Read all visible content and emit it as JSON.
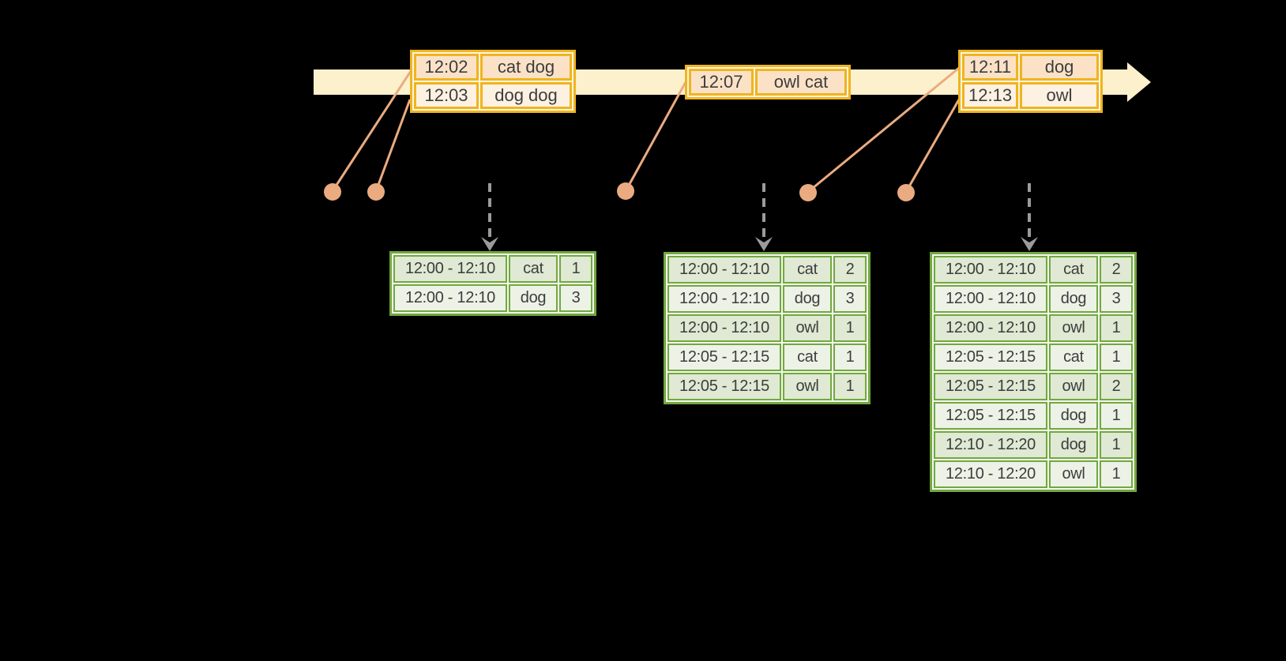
{
  "colors": {
    "background": "#000000",
    "timeline_fill": "#fcf1cc",
    "event_table_border": "#efb41f",
    "event_row_dark": "#fbe2c7",
    "event_row_light": "#fdf1e2",
    "connector_orange": "#ebab80",
    "trigger_gray": "#9b9b9b",
    "result_table_border": "#72a83f",
    "result_row_dark": "#dfe9d3",
    "result_row_light": "#edf2e7",
    "text": "#3d3d3d"
  },
  "event_tables": [
    {
      "rows": [
        {
          "time": "12:02",
          "words": "cat dog"
        },
        {
          "time": "12:03",
          "words": "dog dog"
        }
      ]
    },
    {
      "rows": [
        {
          "time": "12:07",
          "words": "owl cat"
        }
      ]
    },
    {
      "rows": [
        {
          "time": "12:11",
          "words": "dog"
        },
        {
          "time": "12:13",
          "words": "owl"
        }
      ]
    }
  ],
  "result_tables": [
    {
      "rows": [
        {
          "window": "12:00 - 12:10",
          "word": "cat",
          "count": "1"
        },
        {
          "window": "12:00 - 12:10",
          "word": "dog",
          "count": "3"
        }
      ]
    },
    {
      "rows": [
        {
          "window": "12:00 - 12:10",
          "word": "cat",
          "count": "2"
        },
        {
          "window": "12:00 - 12:10",
          "word": "dog",
          "count": "3"
        },
        {
          "window": "12:00 - 12:10",
          "word": "owl",
          "count": "1"
        },
        {
          "window": "12:05 - 12:15",
          "word": "cat",
          "count": "1"
        },
        {
          "window": "12:05 - 12:15",
          "word": "owl",
          "count": "1"
        }
      ]
    },
    {
      "rows": [
        {
          "window": "12:00 - 12:10",
          "word": "cat",
          "count": "2"
        },
        {
          "window": "12:00 - 12:10",
          "word": "dog",
          "count": "3"
        },
        {
          "window": "12:00 - 12:10",
          "word": "owl",
          "count": "1"
        },
        {
          "window": "12:05 - 12:15",
          "word": "cat",
          "count": "1"
        },
        {
          "window": "12:05 - 12:15",
          "word": "owl",
          "count": "2"
        },
        {
          "window": "12:05 - 12:15",
          "word": "dog",
          "count": "1"
        },
        {
          "window": "12:10 - 12:20",
          "word": "dog",
          "count": "1"
        },
        {
          "window": "12:10 - 12:20",
          "word": "owl",
          "count": "1"
        }
      ]
    }
  ]
}
